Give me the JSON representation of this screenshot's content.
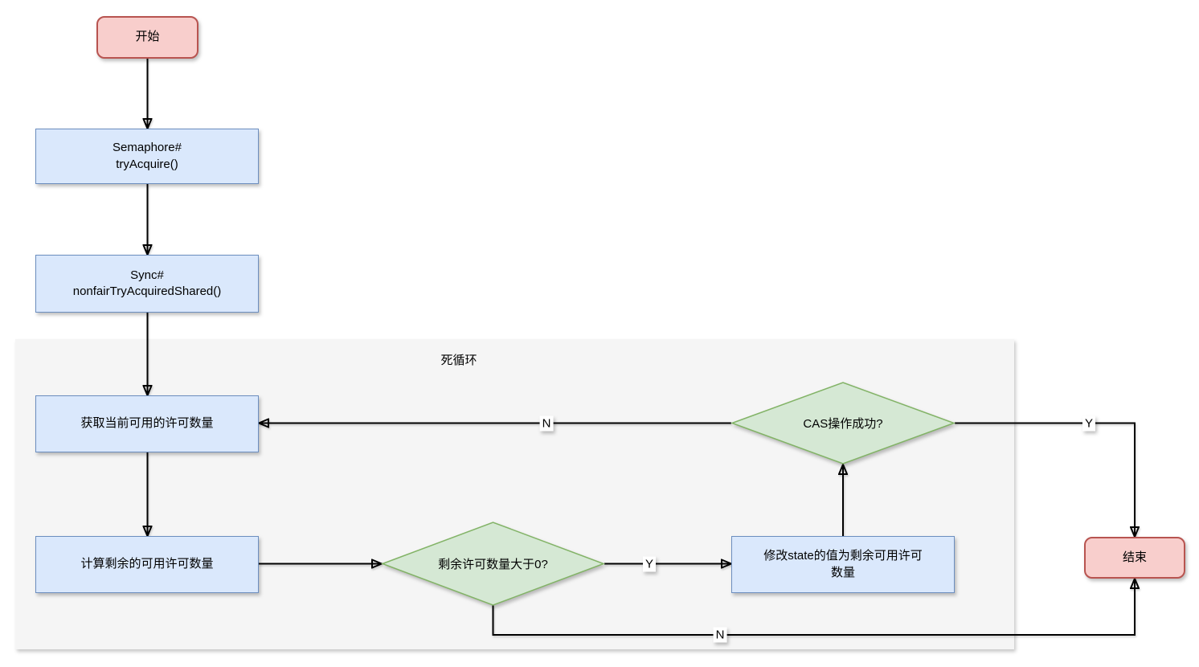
{
  "diagram": {
    "region": {
      "label": "死循环"
    },
    "nodes": {
      "start": {
        "label": "开始",
        "type": "terminal"
      },
      "try_acquire": {
        "label": "Semaphore#\ntryAcquire()",
        "type": "process"
      },
      "nonfair_try_acquired_shared": {
        "label": "Sync#\nnonfairTryAcquiredShared()",
        "type": "process"
      },
      "get_available_permits": {
        "label": "获取当前可用的许可数量",
        "type": "process"
      },
      "calc_remaining_permits": {
        "label": "计算剩余的可用许可数量",
        "type": "process"
      },
      "remaining_gt_zero": {
        "label": "剩余许可数量大于0?",
        "type": "decision"
      },
      "modify_state": {
        "label": "修改state的值为剩余可用许可\n数量",
        "type": "process"
      },
      "cas_success": {
        "label": "CAS操作成功?",
        "type": "decision"
      },
      "end": {
        "label": "结束",
        "type": "terminal"
      }
    },
    "edges": [
      {
        "from": "start",
        "to": "try_acquire",
        "label": ""
      },
      {
        "from": "try_acquire",
        "to": "nonfair_try_acquired_shared",
        "label": ""
      },
      {
        "from": "nonfair_try_acquired_shared",
        "to": "get_available_permits",
        "label": ""
      },
      {
        "from": "get_available_permits",
        "to": "calc_remaining_permits",
        "label": ""
      },
      {
        "from": "calc_remaining_permits",
        "to": "remaining_gt_zero",
        "label": ""
      },
      {
        "from": "remaining_gt_zero",
        "to": "modify_state",
        "label": "Y"
      },
      {
        "from": "modify_state",
        "to": "cas_success",
        "label": ""
      },
      {
        "from": "cas_success",
        "to": "get_available_permits",
        "label": "N"
      },
      {
        "from": "cas_success",
        "to": "end",
        "label": "Y"
      },
      {
        "from": "remaining_gt_zero",
        "to": "end",
        "label": "N"
      }
    ],
    "colors": {
      "terminal_fill": "#F8CECC",
      "terminal_border": "#B85450",
      "process_fill": "#DAE8FC",
      "process_border": "#6C8EBF",
      "decision_fill": "#D5E8D4",
      "decision_border": "#82B366",
      "region_fill": "#F5F5F5",
      "line": "#000000"
    }
  }
}
